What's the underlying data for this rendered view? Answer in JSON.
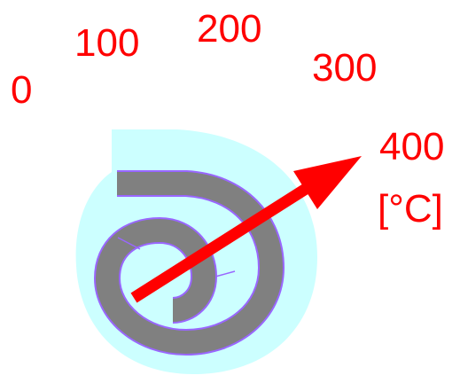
{
  "colors": {
    "label": "#ff0000",
    "housing": "#ccffff",
    "coil": "#808080",
    "coil_outline": "#9966ff",
    "pointer": "#ff0000"
  },
  "scale": {
    "ticks": [
      "0",
      "100",
      "200",
      "300",
      "400"
    ],
    "unit": "[°C]"
  },
  "icons": {
    "coil": "bimetal-spiral-coil",
    "pointer": "needle-arrow"
  }
}
